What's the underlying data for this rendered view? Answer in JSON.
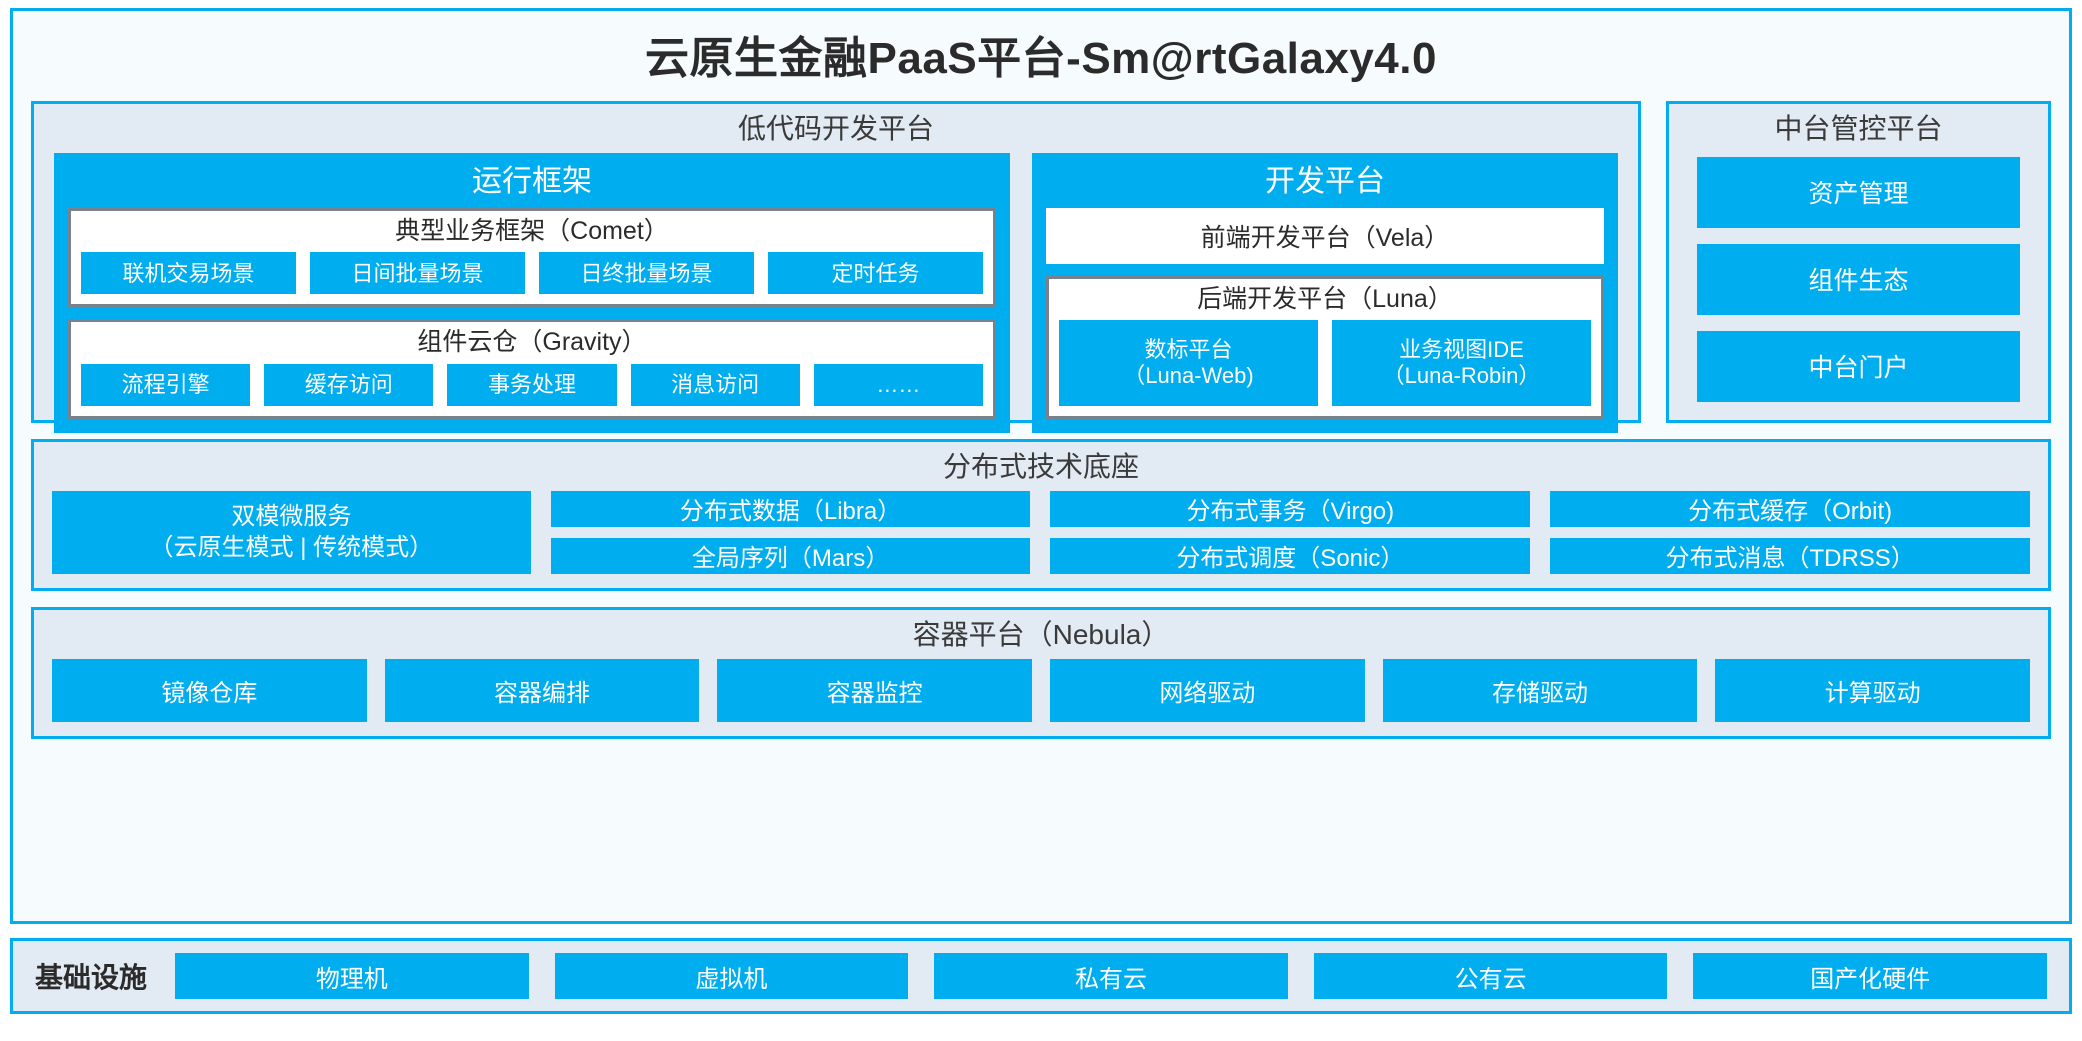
{
  "colors": {
    "accent_blue": "#00ADEE",
    "border_blue": "#00AEEF",
    "panel_bg": "#E2EAF3",
    "frame_bg": "#F6FCFE",
    "card_border_gray": "#78828E",
    "text_dark": "#2B2B2B"
  },
  "title": "云原生金融PaaS平台-Sm@rtGalaxy4.0",
  "lowcode": {
    "title": "低代码开发平台",
    "runtime": {
      "title": "运行框架",
      "comet": {
        "title": "典型业务框架（Comet）",
        "items": [
          "联机交易场景",
          "日间批量场景",
          "日终批量场景",
          "定时任务"
        ]
      },
      "gravity": {
        "title": "组件云仓（Gravity）",
        "items": [
          "流程引擎",
          "缓存访问",
          "事务处理",
          "消息访问",
          "……"
        ]
      }
    },
    "devplatform": {
      "title": "开发平台",
      "frontend": "前端开发平台（Vela）",
      "backend": {
        "title": "后端开发平台（Luna）",
        "items": [
          {
            "name": "数标平台",
            "code": "（Luna-Web)"
          },
          {
            "name": "业务视图IDE",
            "code": "（Luna-Robin）"
          }
        ]
      }
    }
  },
  "midoffice": {
    "title": "中台管控平台",
    "items": [
      "资产管理",
      "组件生态",
      "中台门户"
    ]
  },
  "distributed": {
    "title": "分布式技术底座",
    "microservice": {
      "line1": "双模微服务",
      "line2": "（云原生模式 | 传统模式）"
    },
    "columns": [
      [
        "分布式数据（Libra）",
        "全局序列（Mars）"
      ],
      [
        "分布式事务（Virgo)",
        "分布式调度（Sonic）"
      ],
      [
        "分布式缓存（Orbit)",
        "分布式消息（TDRSS）"
      ]
    ]
  },
  "container_platform": {
    "title": "容器平台（Nebula）",
    "items": [
      "镜像仓库",
      "容器编排",
      "容器监控",
      "网络驱动",
      "存储驱动",
      "计算驱动"
    ]
  },
  "infrastructure": {
    "label": "基础设施",
    "items": [
      "物理机",
      "虚拟机",
      "私有云",
      "公有云",
      "国产化硬件"
    ]
  }
}
